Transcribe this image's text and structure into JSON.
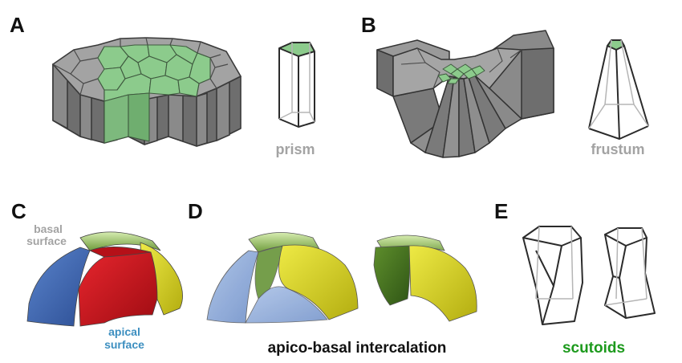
{
  "panels": {
    "a": {
      "letter": "A",
      "shape_label": "prism"
    },
    "b": {
      "letter": "B",
      "shape_label": "frustum"
    },
    "c": {
      "letter": "C",
      "basal_line1": "basal",
      "basal_line2": "surface",
      "apical_line1": "apical",
      "apical_line2": "surface"
    },
    "d": {
      "letter": "D",
      "caption": "apico-basal intercalation"
    },
    "e": {
      "letter": "E",
      "caption": "scutoids"
    }
  },
  "colors": {
    "cell_gray": "#9a9a9a",
    "cell_side": "#6e6e6e",
    "cell_highlight": "#8ccb8c",
    "outline": "#3a3a3a",
    "label_gray": "#a3a3a3",
    "apical_blue": "#3d8fc0",
    "caption_green": "#1d9a1d",
    "solid_blue": "#4a70b8",
    "solid_red": "#d0121b",
    "solid_yellow": "#d9d41c",
    "solid_green": "#5a8a2e"
  },
  "icons": [
    "prism-icon",
    "frustum-icon",
    "scutoid-icon"
  ]
}
